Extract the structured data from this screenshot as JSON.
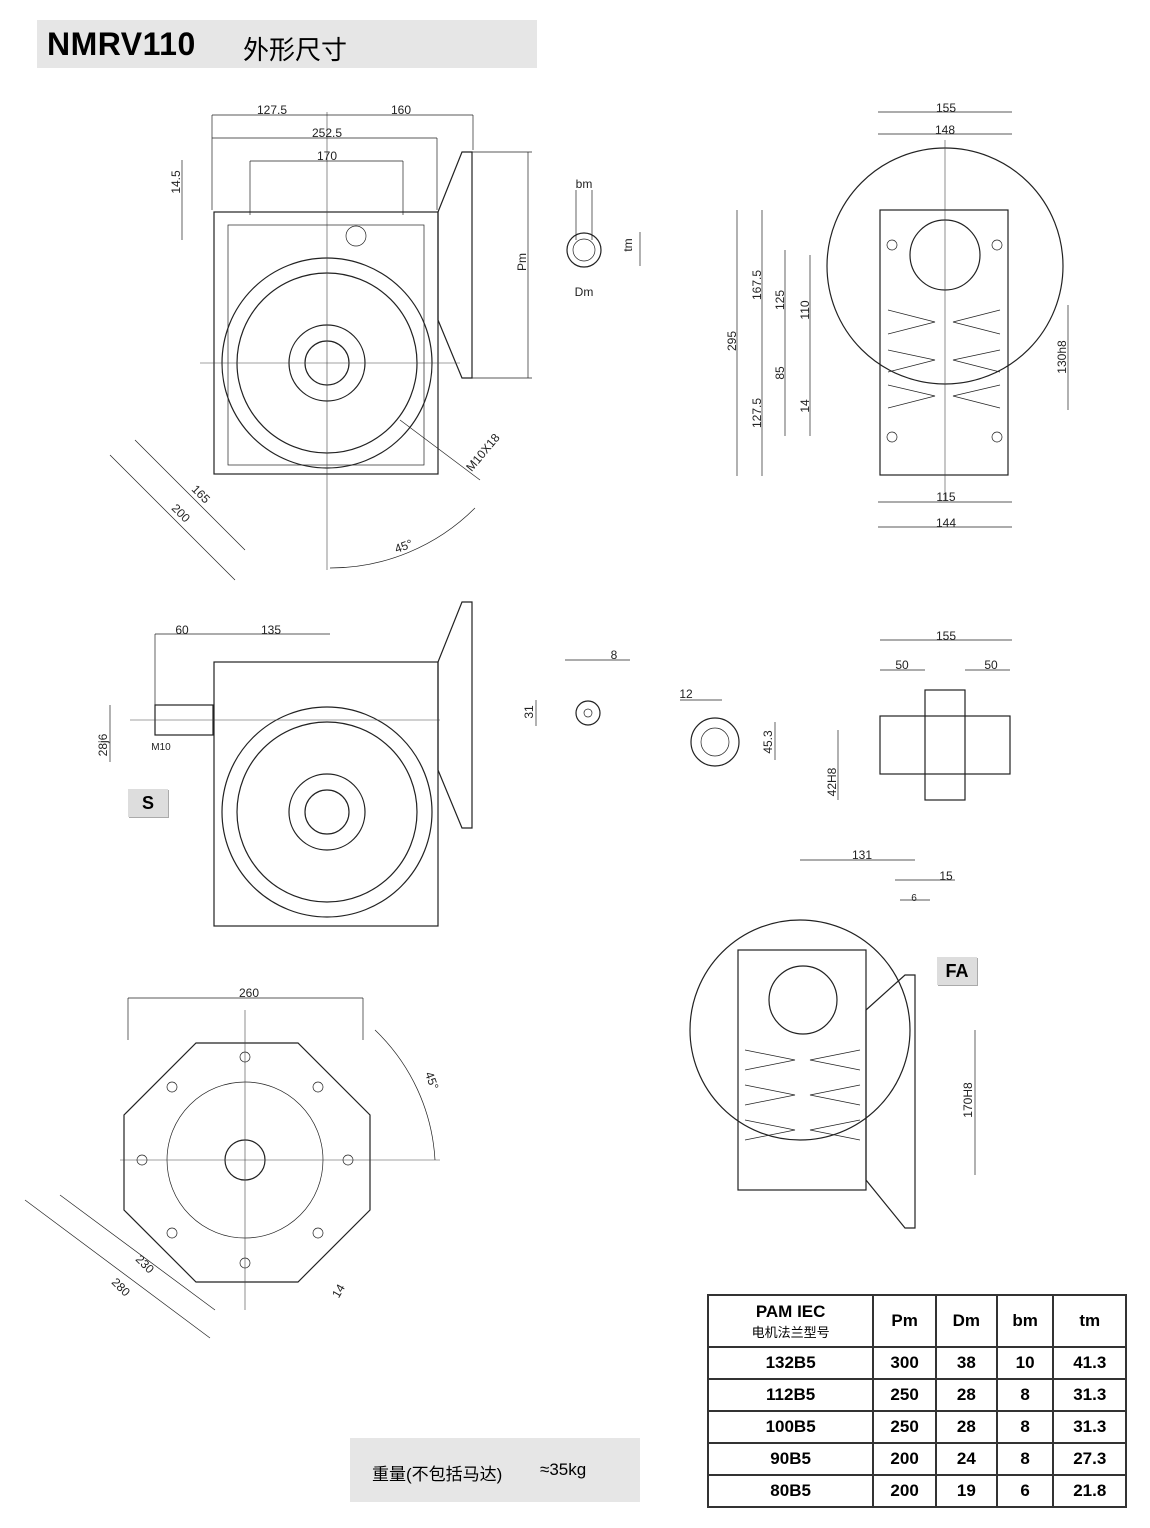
{
  "title": {
    "model": "NMRV110",
    "subtitle": "外形尺寸"
  },
  "views": {
    "front": {
      "d127_5": "127.5",
      "d160": "160",
      "d252_5": "252.5",
      "d170": "170",
      "d14_5": "14.5",
      "pm": "Pm",
      "m10x18": "M10X18",
      "d165": "165",
      "d200": "200",
      "angle": "45°"
    },
    "shaft": {
      "bm": "bm",
      "tm": "tm",
      "dm": "Dm"
    },
    "side": {
      "d155": "155",
      "d148": "148",
      "d167_5": "167.5",
      "d125": "125",
      "d110": "110",
      "d295": "295",
      "d85": "85",
      "d127_5": "127.5",
      "d14": "14",
      "d130h8": "130h8",
      "d115": "115",
      "d144": "144"
    },
    "s_version": {
      "d60": "60",
      "d135": "135",
      "d28j6": "28j6",
      "m10": "M10",
      "badge": "S"
    },
    "s_shaft_end": {
      "d8": "8",
      "d31": "31"
    },
    "keyway": {
      "d12": "12",
      "d45_3": "45.3"
    },
    "hollow": {
      "d155": "155",
      "d50a": "50",
      "d50b": "50",
      "d42h8": "42H8"
    },
    "fa": {
      "d131": "131",
      "d15": "15",
      "d6": "6",
      "badge": "FA",
      "d170h8": "170H8"
    },
    "flange": {
      "d260": "260",
      "angle": "45°",
      "d230": "230",
      "d280": "280",
      "d14": "14"
    }
  },
  "weight": {
    "label": "重量(不包括马达)",
    "value": "≈35kg"
  },
  "table": {
    "header": {
      "col0": "PAM IEC",
      "col0_sub": "电机法兰型号",
      "cols": [
        "Pm",
        "Dm",
        "bm",
        "tm"
      ]
    },
    "rows": [
      [
        "132B5",
        "300",
        "38",
        "10",
        "41.3"
      ],
      [
        "112B5",
        "250",
        "28",
        "8",
        "31.3"
      ],
      [
        "100B5",
        "250",
        "28",
        "8",
        "31.3"
      ],
      [
        "90B5",
        "200",
        "24",
        "8",
        "27.3"
      ],
      [
        "80B5",
        "200",
        "19",
        "6",
        "21.8"
      ]
    ]
  }
}
